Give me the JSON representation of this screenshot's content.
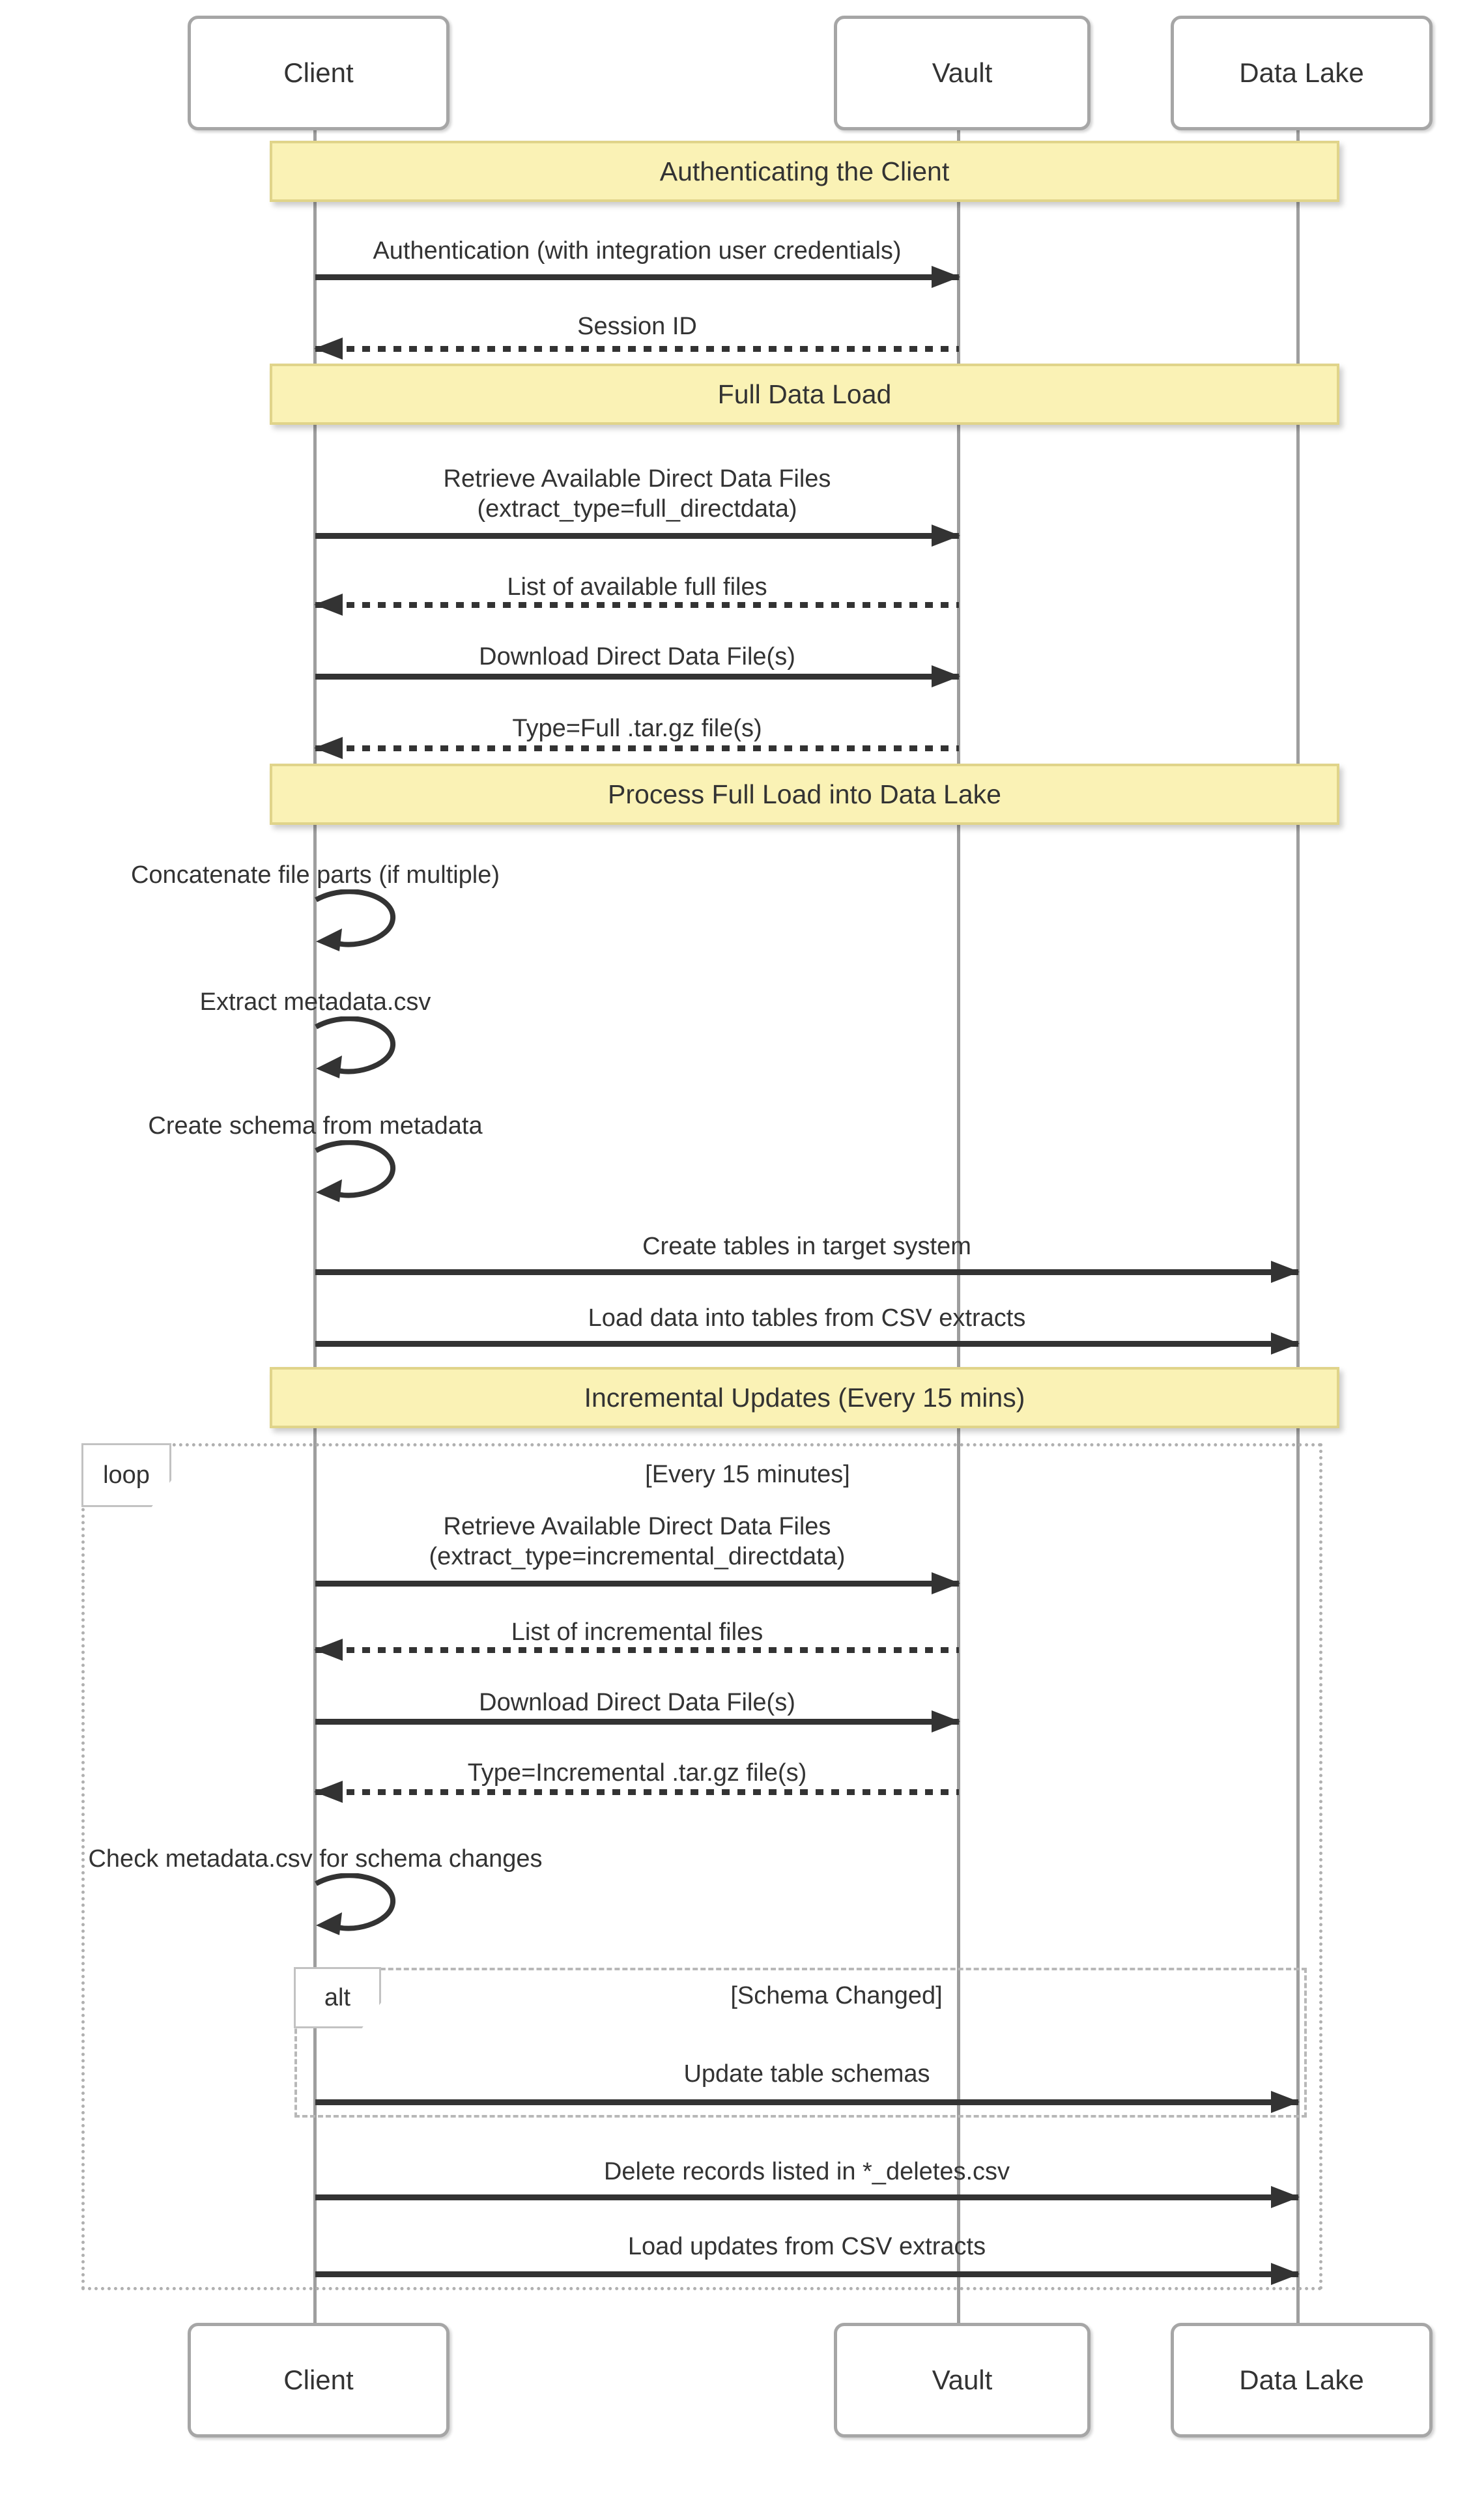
{
  "actors": [
    "Client",
    "Vault",
    "Data Lake"
  ],
  "sections": {
    "authenticating": "Authenticating the Client",
    "full_data_load": "Full Data Load",
    "process_full_load": "Process Full Load into Data Lake",
    "incremental_updates": "Incremental Updates (Every 15 mins)"
  },
  "messages": {
    "authentication": "Authentication (with integration user credentials)",
    "session_id": "Session ID",
    "retrieve_full_line1": "Retrieve Available Direct Data Files",
    "retrieve_full_line2": "(extract_type=full_directdata)",
    "list_full_files": "List of available full files",
    "download_files": "Download Direct Data File(s)",
    "type_full": "Type=Full .tar.gz file(s)",
    "concatenate": "Concatenate file parts (if multiple)",
    "extract_metadata": "Extract metadata.csv",
    "create_schema": "Create schema from metadata",
    "create_tables": "Create tables in target system",
    "load_data": "Load data into tables from CSV extracts",
    "retrieve_incr_line1": "Retrieve Available Direct Data Files",
    "retrieve_incr_line2": "(extract_type=incremental_directdata)",
    "list_incremental": "List of incremental files",
    "download_files_incr": "Download Direct Data File(s)",
    "type_incremental": "Type=Incremental .tar.gz file(s)",
    "check_metadata": "Check metadata.csv for schema changes",
    "update_schemas": "Update table schemas",
    "delete_records": "Delete records listed in *_deletes.csv",
    "load_updates": "Load updates from CSV extracts"
  },
  "frames": {
    "loop_label": "loop",
    "loop_guard": "[Every 15 minutes]",
    "alt_label": "alt",
    "alt_guard": "[Schema Changed]"
  },
  "colors": {
    "section_fill": "#faf2b5",
    "section_border": "#e0d48a",
    "arrow": "#333333",
    "lifeline": "#9e9e9e",
    "frame_border": "#b3b3b3"
  }
}
